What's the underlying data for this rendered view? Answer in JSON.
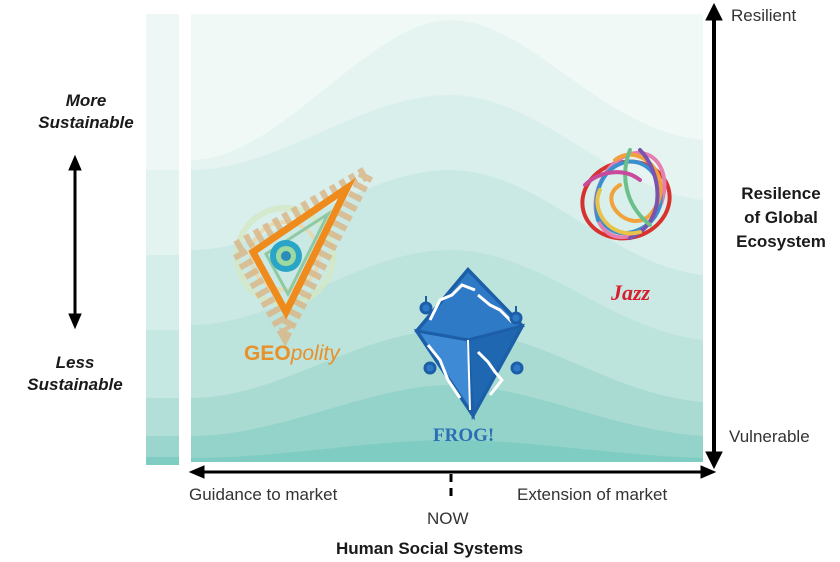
{
  "left_axis": {
    "top_label": [
      "More",
      "Sustainable"
    ],
    "bottom_label": [
      "Less",
      "Sustainable"
    ]
  },
  "right_axis": {
    "top_label": "Resilient",
    "bottom_label": "Vulnerable",
    "title": [
      "Resilence",
      "of Global",
      "Ecosystem"
    ]
  },
  "bottom_axis": {
    "left_label": "Guidance to market",
    "right_label": "Extension of market",
    "center_label": "NOW",
    "title": "Human Social Systems"
  },
  "scenarios": {
    "geopolity": {
      "prefix": "GEO",
      "suffix": "polity",
      "prefix_color": "#e8902a",
      "suffix_color": "#e8902a"
    },
    "jazz": {
      "label": "Jazz",
      "color": "#d62030"
    },
    "frog": {
      "label": "FROG!",
      "color": "#2a6fb5"
    }
  },
  "colors": {
    "band_light": "#eef7f5",
    "band_dark": "#7fcdc2",
    "axis": "#000000"
  }
}
